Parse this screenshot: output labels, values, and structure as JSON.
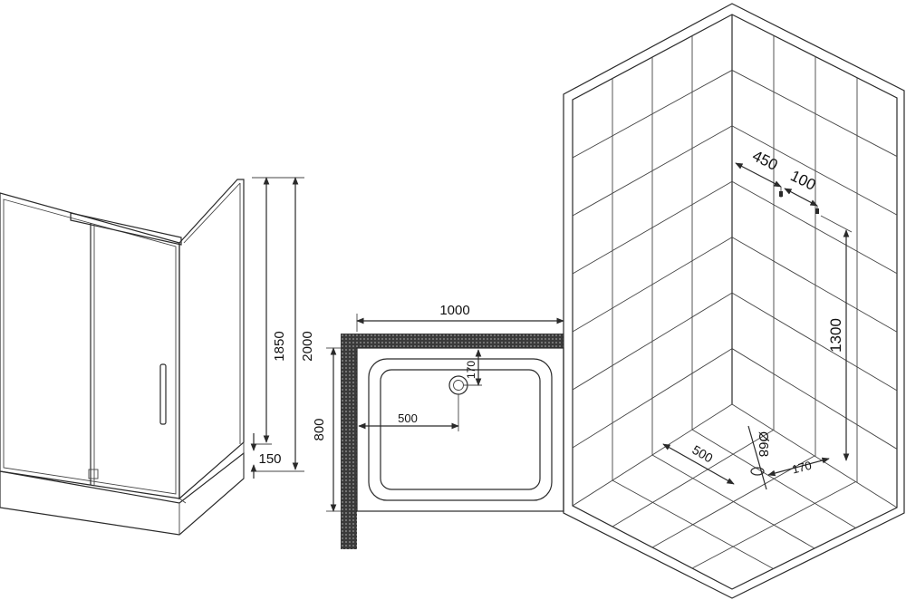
{
  "enclosure_elevation": {
    "height_total": "2000",
    "height_enclosure": "1850",
    "height_tray": "150"
  },
  "tray_plan": {
    "width": "1000",
    "depth": "800",
    "drain_offset_x": "500",
    "drain_offset_y": "170"
  },
  "room_installation": {
    "dim_450": "450",
    "dim_100": "100",
    "dim_1300": "1300",
    "dim_500": "500",
    "dim_170": "170",
    "drain_diameter": "Ø68"
  },
  "colors": {
    "line": "#2a2a2a",
    "wall_hatch": "#333333",
    "background": "#ffffff"
  }
}
